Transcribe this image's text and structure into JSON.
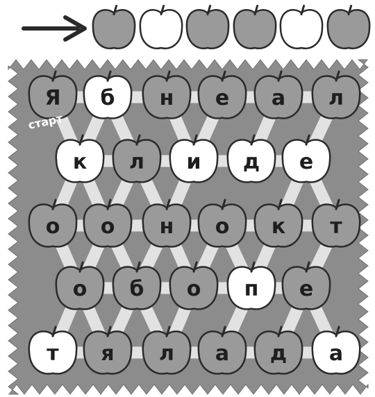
{
  "colors": {
    "dark": "#9a9a9a",
    "light": "#ffffff",
    "outline": "#2a2a2a",
    "board": "#8c8c8c",
    "path": "#e2e2e2",
    "arrow": "#2a2a2a"
  },
  "sequence": [
    "dark",
    "light",
    "dark",
    "dark",
    "light",
    "dark"
  ],
  "start_label": "старт",
  "rows": [
    [
      {
        "letter": "Я",
        "color": "dark"
      },
      {
        "letter": "б",
        "color": "light"
      },
      {
        "letter": "н",
        "color": "dark"
      },
      {
        "letter": "е",
        "color": "dark"
      },
      {
        "letter": "а",
        "color": "dark"
      },
      {
        "letter": "л",
        "color": "dark"
      }
    ],
    [
      {
        "letter": "к",
        "color": "light"
      },
      {
        "letter": "л",
        "color": "dark"
      },
      {
        "letter": "и",
        "color": "light"
      },
      {
        "letter": "д",
        "color": "light"
      },
      {
        "letter": "е",
        "color": "light"
      }
    ],
    [
      {
        "letter": "о",
        "color": "dark"
      },
      {
        "letter": "о",
        "color": "dark"
      },
      {
        "letter": "н",
        "color": "dark"
      },
      {
        "letter": "о",
        "color": "dark"
      },
      {
        "letter": "к",
        "color": "dark"
      },
      {
        "letter": "т",
        "color": "dark"
      }
    ],
    [
      {
        "letter": "о",
        "color": "dark"
      },
      {
        "letter": "б",
        "color": "dark"
      },
      {
        "letter": "о",
        "color": "dark"
      },
      {
        "letter": "п",
        "color": "light"
      },
      {
        "letter": "е",
        "color": "dark"
      }
    ],
    [
      {
        "letter": "т",
        "color": "light"
      },
      {
        "letter": "я",
        "color": "dark"
      },
      {
        "letter": "л",
        "color": "dark"
      },
      {
        "letter": "а",
        "color": "dark"
      },
      {
        "letter": "д",
        "color": "dark"
      },
      {
        "letter": "а",
        "color": "light"
      }
    ]
  ],
  "links": [
    [
      "0.0",
      "0.1"
    ],
    [
      "0.1",
      "0.2"
    ],
    [
      "0.2",
      "0.3"
    ],
    [
      "0.3",
      "0.4"
    ],
    [
      "0.4",
      "0.5"
    ],
    [
      "1.0",
      "1.1"
    ],
    [
      "1.1",
      "1.2"
    ],
    [
      "1.2",
      "1.3"
    ],
    [
      "1.3",
      "1.4"
    ],
    [
      "2.0",
      "2.1"
    ],
    [
      "2.1",
      "2.2"
    ],
    [
      "2.2",
      "2.3"
    ],
    [
      "2.3",
      "2.4"
    ],
    [
      "2.4",
      "2.5"
    ],
    [
      "3.0",
      "3.1"
    ],
    [
      "3.1",
      "3.2"
    ],
    [
      "3.2",
      "3.3"
    ],
    [
      "3.3",
      "3.4"
    ],
    [
      "4.0",
      "4.1"
    ],
    [
      "4.1",
      "4.2"
    ],
    [
      "4.2",
      "4.3"
    ],
    [
      "4.3",
      "4.4"
    ],
    [
      "4.4",
      "4.5"
    ],
    [
      "0.0",
      "1.0"
    ],
    [
      "0.1",
      "1.0"
    ],
    [
      "0.1",
      "1.1"
    ],
    [
      "0.2",
      "1.2"
    ],
    [
      "0.3",
      "1.2"
    ],
    [
      "0.4",
      "1.3"
    ],
    [
      "0.5",
      "1.4"
    ],
    [
      "1.0",
      "2.0"
    ],
    [
      "1.0",
      "2.1"
    ],
    [
      "1.1",
      "2.1"
    ],
    [
      "1.1",
      "2.2"
    ],
    [
      "1.2",
      "2.2"
    ],
    [
      "1.4",
      "2.4"
    ],
    [
      "1.4",
      "2.5"
    ],
    [
      "2.0",
      "3.0"
    ],
    [
      "2.1",
      "3.0"
    ],
    [
      "2.1",
      "3.1"
    ],
    [
      "2.2",
      "3.1"
    ],
    [
      "2.2",
      "3.2"
    ],
    [
      "2.3",
      "3.2"
    ],
    [
      "2.3",
      "3.3"
    ],
    [
      "2.4",
      "3.3"
    ],
    [
      "2.5",
      "3.4"
    ],
    [
      "3.0",
      "4.0"
    ],
    [
      "3.0",
      "4.1"
    ],
    [
      "3.1",
      "4.1"
    ],
    [
      "3.1",
      "4.2"
    ],
    [
      "3.2",
      "4.2"
    ],
    [
      "3.3",
      "4.3"
    ],
    [
      "3.4",
      "4.4"
    ],
    [
      "3.4",
      "4.5"
    ]
  ]
}
